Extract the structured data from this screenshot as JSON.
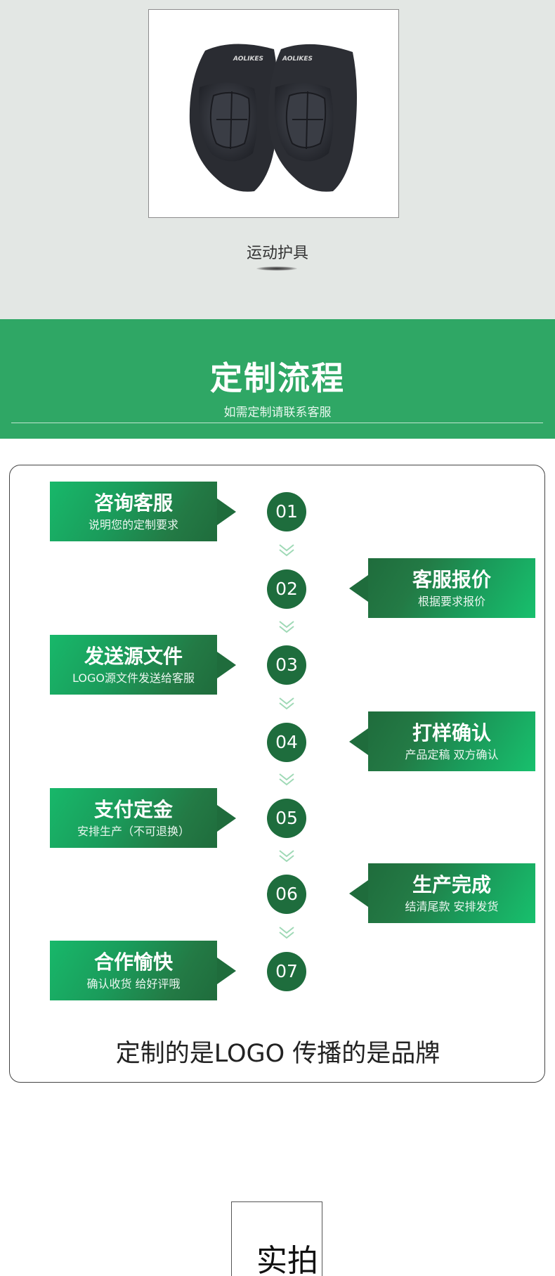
{
  "product": {
    "caption": "运动护具",
    "image_icon": "knee-pads-photo"
  },
  "banner": {
    "title": "定制流程",
    "subtitle": "如需定制请联系客服"
  },
  "process": {
    "steps": [
      {
        "number": "01",
        "title": "咨询客服",
        "desc": "说明您的定制要求"
      },
      {
        "number": "02",
        "title": "客服报价",
        "desc": "根据要求报价"
      },
      {
        "number": "03",
        "title": "发送源文件",
        "desc": "LOGO源文件发送给客服"
      },
      {
        "number": "04",
        "title": "打样确认",
        "desc": "产品定稿 双方确认"
      },
      {
        "number": "05",
        "title": "支付定金",
        "desc": "安排生产（不可退换）"
      },
      {
        "number": "06",
        "title": "生产完成",
        "desc": "结清尾款 安排发货"
      },
      {
        "number": "07",
        "title": "合作愉快",
        "desc": "确认收货 给好评哦"
      }
    ],
    "slogan": "定制的是LOGO 传播的是品牌"
  },
  "shoot": {
    "title": "实拍"
  },
  "colors": {
    "banner_green": "#2fa765",
    "dark_green": "#1e6d3d",
    "bright_green": "#18c06d",
    "product_bg": "#e3e7e4"
  }
}
